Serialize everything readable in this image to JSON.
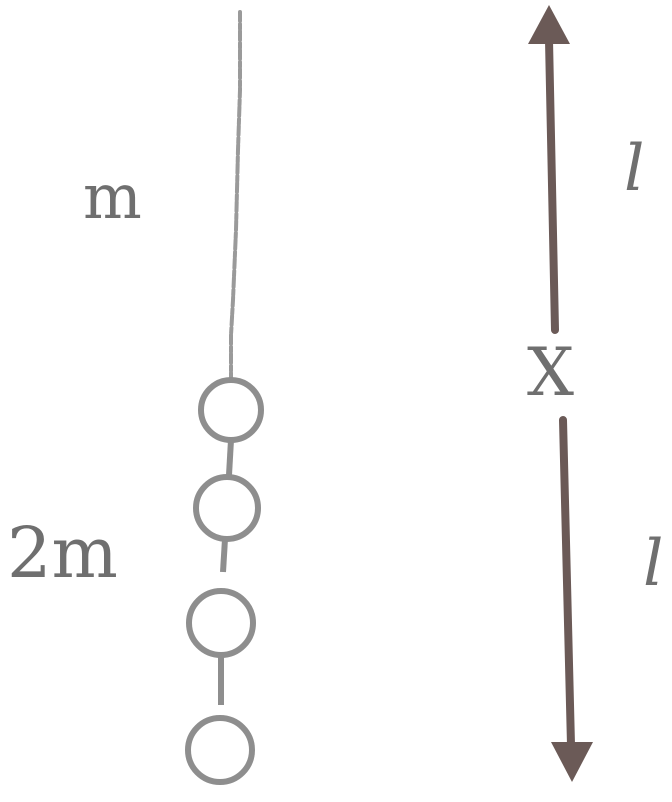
{
  "labels": {
    "string_mass": "m",
    "chain_mass": "2m",
    "junction": "X",
    "upper_length": "l",
    "lower_length": "l"
  },
  "colors": {
    "string": "#9a9a9a",
    "chain": "#8e8e8e",
    "arrow": "#6b5a57",
    "label": "#6f6f6f",
    "background": "#ffffff"
  }
}
